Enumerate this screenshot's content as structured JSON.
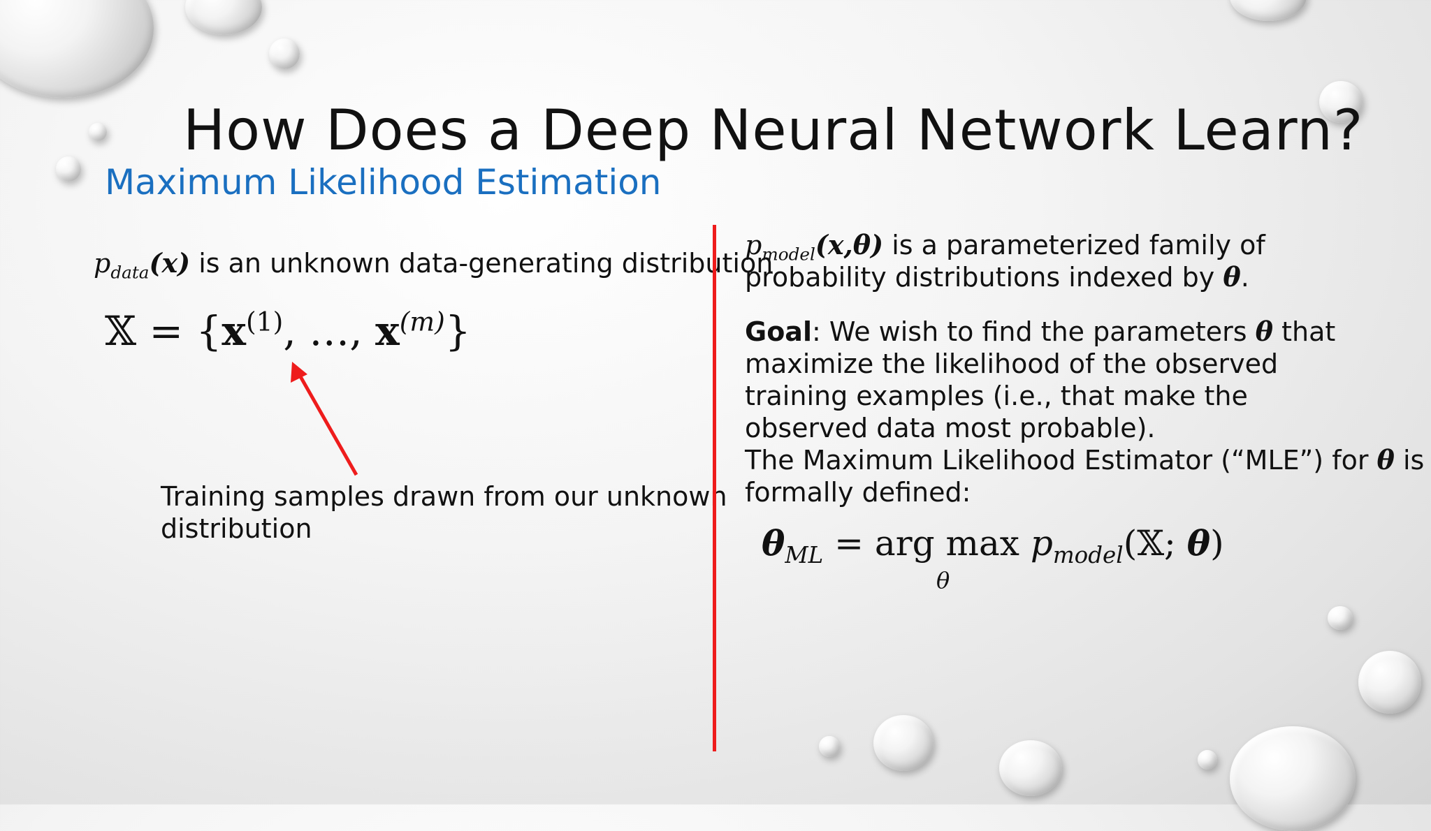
{
  "slide": {
    "title": "How Does a Deep Neural Network Learn?",
    "subtitle": "Maximum Likelihood Estimation"
  },
  "left": {
    "pdata_p": "p",
    "pdata_sub": "data",
    "pdata_arg": "(x)",
    "pdata_text": " is an unknown data-generating distribution",
    "set_lhs": "𝕏 = {",
    "set_x1": "x",
    "set_sup1": "(1)",
    "set_mid": ", …, ",
    "set_xm": "x",
    "set_supm": "(m)",
    "set_rhs": "}",
    "annotation_line1": "Training samples drawn from our unknown",
    "annotation_line2": "distribution"
  },
  "right": {
    "pmodel_p": "p",
    "pmodel_sub": "model",
    "pmodel_arg": "(x,θ)",
    "pmodel_text": " is a parameterized family of",
    "pmodel_line2_pre": "probability distributions indexed by ",
    "theta": "θ",
    "period": ".",
    "goal_label": "Goal",
    "goal_line1_pre": ": We wish to find the parameters ",
    "goal_line1_post": " that",
    "goal_line2": "maximize the likelihood of the observed",
    "goal_line3": "training examples (i.e., that make the",
    "goal_line4": "observed data most probable).",
    "mle_line1_pre": "The Maximum Likelihood Estimator (“MLE”) for ",
    "mle_line1_post": " is",
    "mle_line2": "formally defined:",
    "eq_theta": "θ",
    "eq_sub": "ML",
    "eq_mid": " = arg max ",
    "eq_p": "p",
    "eq_psub": "model",
    "eq_args_open": "(",
    "eq_bbx": "𝕏",
    "eq_semicolon": "; ",
    "eq_args_close": ")",
    "eq_under": "θ"
  },
  "colors": {
    "accent": "#1a6fc0",
    "divider": "#ee1c1c",
    "arrow": "#ee1c1c"
  }
}
